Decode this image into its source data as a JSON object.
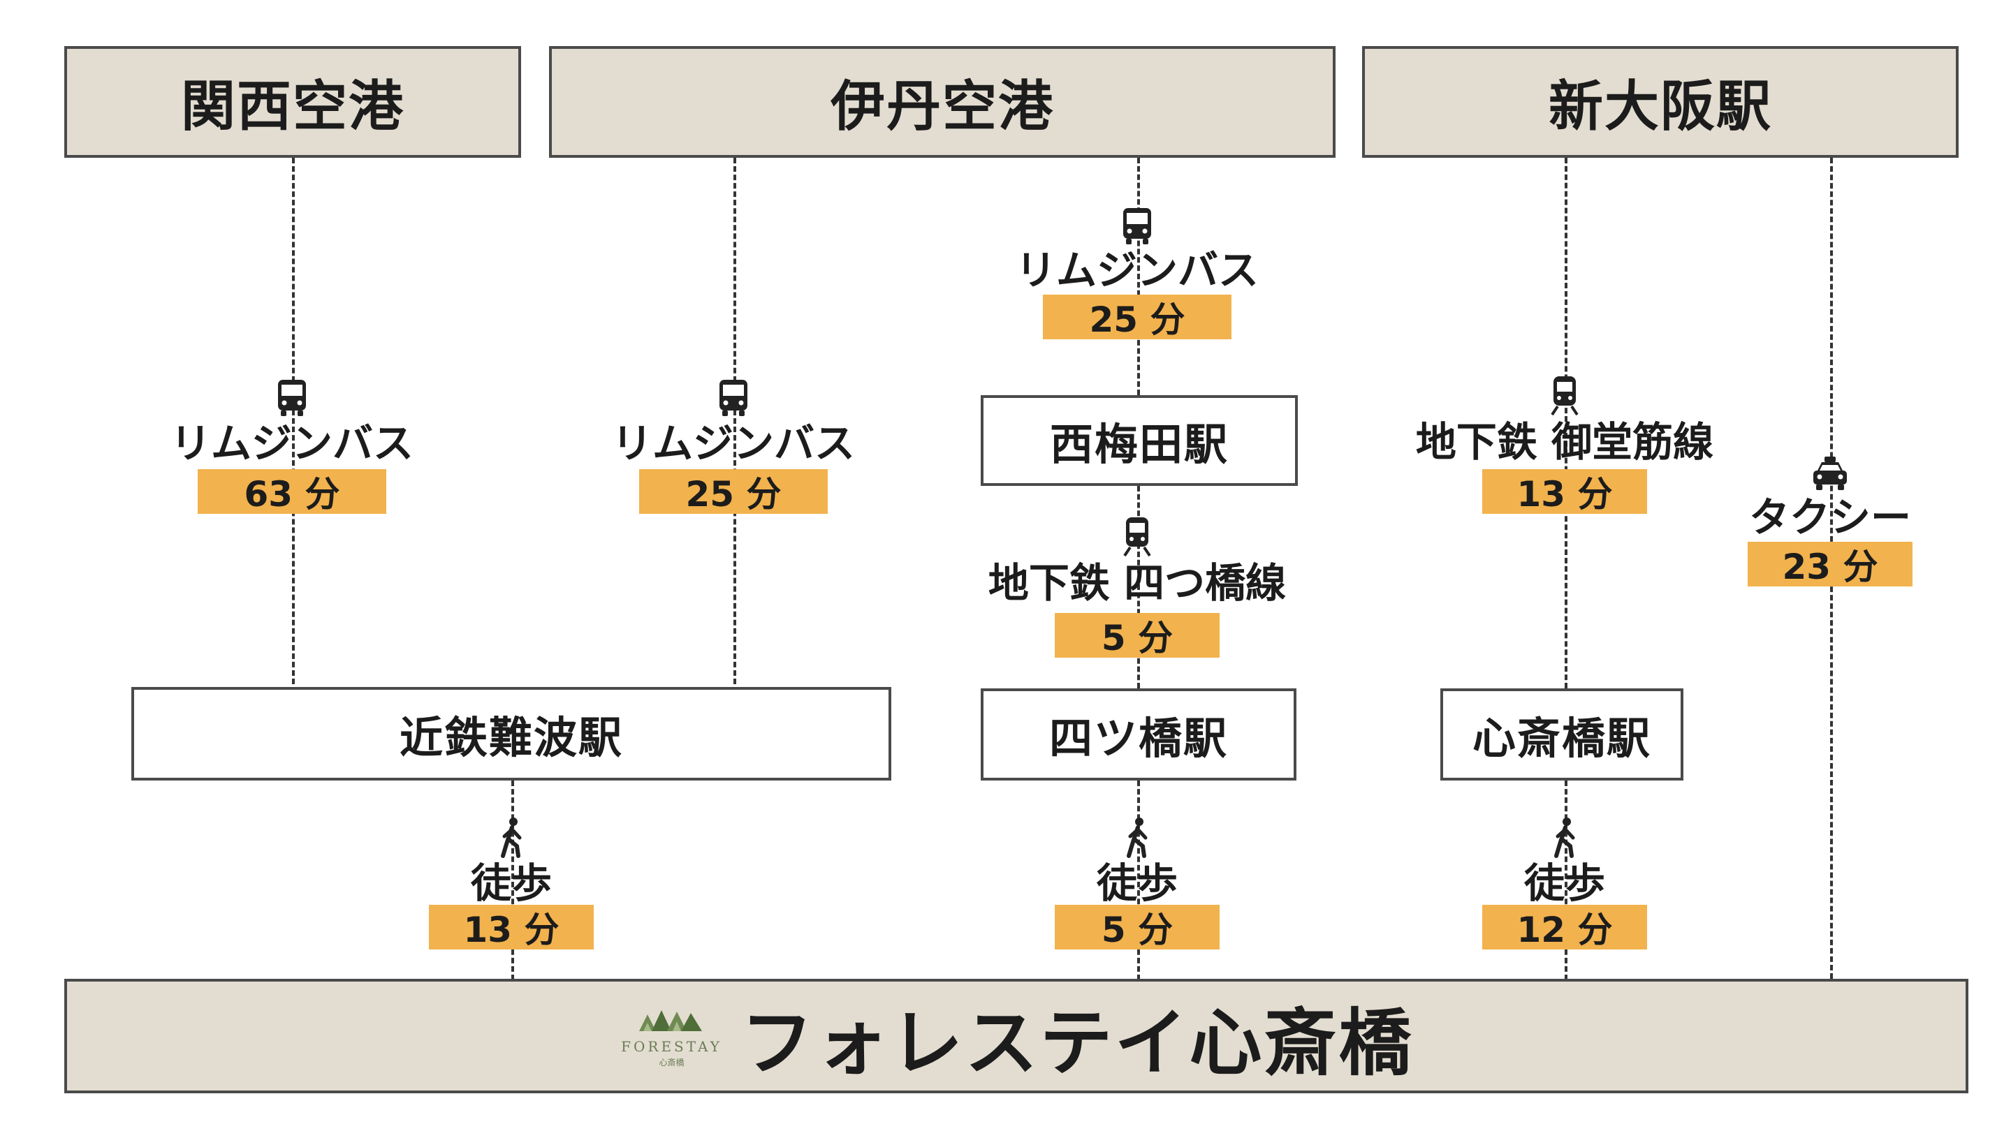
{
  "origins": {
    "kansai": "関西空港",
    "itami": "伊丹空港",
    "shin_osaka": "新大阪駅"
  },
  "stations": {
    "nishi_umeda": "西梅田駅",
    "kintetsu_namba": "近鉄難波駅",
    "yotsubashi": "四ツ橋駅",
    "shinsaibashi": "心斎橋駅"
  },
  "routes": {
    "kansai_bus": {
      "mode": "リムジンバス",
      "time": "63 分"
    },
    "itami_bus_namba": {
      "mode": "リムジンバス",
      "time": "25 分"
    },
    "itami_bus_umeda": {
      "mode": "リムジンバス",
      "time": "25 分"
    },
    "yotsubashi_line": {
      "mode": "地下鉄 四つ橋線",
      "time": "5 分"
    },
    "midosuji_line": {
      "mode": "地下鉄 御堂筋線",
      "time": "13 分"
    },
    "taxi": {
      "mode": "タクシー",
      "time": "23 分"
    },
    "walk_namba": {
      "mode": "徒歩",
      "time": "13 分"
    },
    "walk_yotsubashi": {
      "mode": "徒歩",
      "time": "5 分"
    },
    "walk_shinsaibashi": {
      "mode": "徒歩",
      "time": "12 分"
    }
  },
  "destination": {
    "name": "フォレステイ心斎橋",
    "logo_text": "FORESTAY",
    "logo_sub": "心斎橋"
  },
  "icons": {
    "bus": "bus-icon",
    "subway": "subway-train-icon",
    "taxi": "taxi-icon",
    "walk": "walking-person-icon"
  },
  "colors": {
    "header_fill": "#e3ddd1",
    "time_badge": "#f2b24d",
    "border": "#4a4a4a",
    "logo_green": "#6a7c55"
  }
}
